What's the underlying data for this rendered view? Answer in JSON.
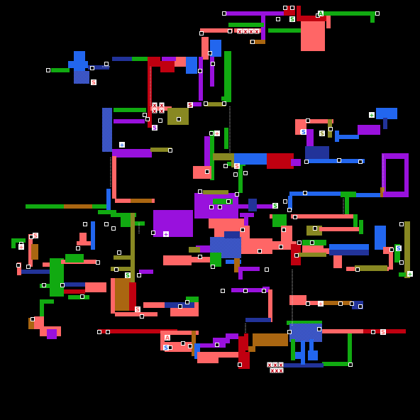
{
  "map": {
    "palette": {
      "green": "#11aa11",
      "salmon": "#ff6666",
      "blue": "#2266ee",
      "purple": "#9911dd",
      "red": "#c00010",
      "olive": "#888822",
      "brown": "#aa6611",
      "navy": "#223399",
      "white": "#ffffff"
    },
    "marker_icons": {
      "save": "S",
      "health": "+",
      "blocked": "x",
      "ability": "A"
    },
    "markers": [
      {
        "type": "save",
        "glyph": "S",
        "col": "salmon"
      },
      {
        "type": "save",
        "glyph": "S",
        "col": "green"
      },
      {
        "type": "save",
        "glyph": "S",
        "col": "red"
      },
      {
        "type": "save",
        "glyph": "S",
        "col": "purple"
      },
      {
        "type": "save",
        "glyph": "S",
        "col": "blue"
      },
      {
        "type": "save",
        "glyph": "S",
        "col": "salmon"
      },
      {
        "type": "save",
        "glyph": "S",
        "col": "green"
      },
      {
        "type": "save",
        "glyph": "S",
        "col": "olive"
      },
      {
        "type": "save",
        "glyph": "S",
        "col": "blue"
      },
      {
        "type": "save",
        "glyph": "S",
        "col": "salmon"
      },
      {
        "type": "save",
        "glyph": "S",
        "col": "green"
      },
      {
        "type": "save",
        "glyph": "S",
        "col": "salmon"
      },
      {
        "type": "save",
        "glyph": "S",
        "col": "salmon"
      },
      {
        "type": "save",
        "glyph": "S",
        "col": "blue"
      },
      {
        "type": "health",
        "glyph": "+",
        "col": "green"
      },
      {
        "type": "health",
        "glyph": "+",
        "col": "blue"
      },
      {
        "type": "health",
        "glyph": "+",
        "col": "salmon"
      },
      {
        "type": "health",
        "glyph": "+",
        "col": "purple"
      },
      {
        "type": "health",
        "glyph": "+",
        "col": "salmon"
      },
      {
        "type": "health",
        "glyph": "+",
        "col": "green"
      },
      {
        "type": "health",
        "glyph": "+",
        "col": "salmon"
      },
      {
        "type": "ability",
        "glyph": "A",
        "col": "green"
      },
      {
        "type": "ability",
        "glyph": "A",
        "col": "salmon"
      }
    ]
  }
}
